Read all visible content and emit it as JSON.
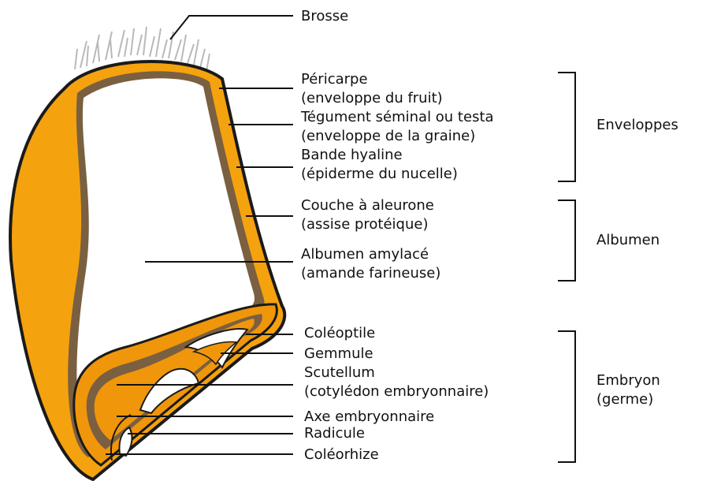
{
  "diagram": {
    "labels": {
      "brosse": "Brosse",
      "pericarpe_1": "Péricarpe",
      "pericarpe_2": "(enveloppe du fruit)",
      "tegument_1": "Tégument séminal ou testa",
      "tegument_2": "(enveloppe de la graine)",
      "hyaline_1": "Bande hyaline",
      "hyaline_2": "(épiderme du nucelle)",
      "aleurone_1": "Couche à aleurone",
      "aleurone_2": "(assise protéique)",
      "amylace_1": "Albumen amylacé",
      "amylace_2": "(amande farineuse)",
      "coleoptile": "Coléoptile",
      "gemmule": "Gemmule",
      "scutellum_1": "Scutellum",
      "scutellum_2": "(cotylédon embryonnaire)",
      "axe": "Axe embryonnaire",
      "radicule": "Radicule",
      "coleorhize": "Coléorhize"
    },
    "groups": {
      "enveloppes": "Enveloppes",
      "albumen": "Albumen",
      "embryon_1": "Embryon",
      "embryon_2": "(germe)"
    },
    "colors": {
      "outer_orange": "#f5a20f",
      "outline": "#1a1a1a",
      "brown_band": "#7a6040",
      "embryo_orange": "#f0960a",
      "hair": "#b9b9b9"
    }
  }
}
